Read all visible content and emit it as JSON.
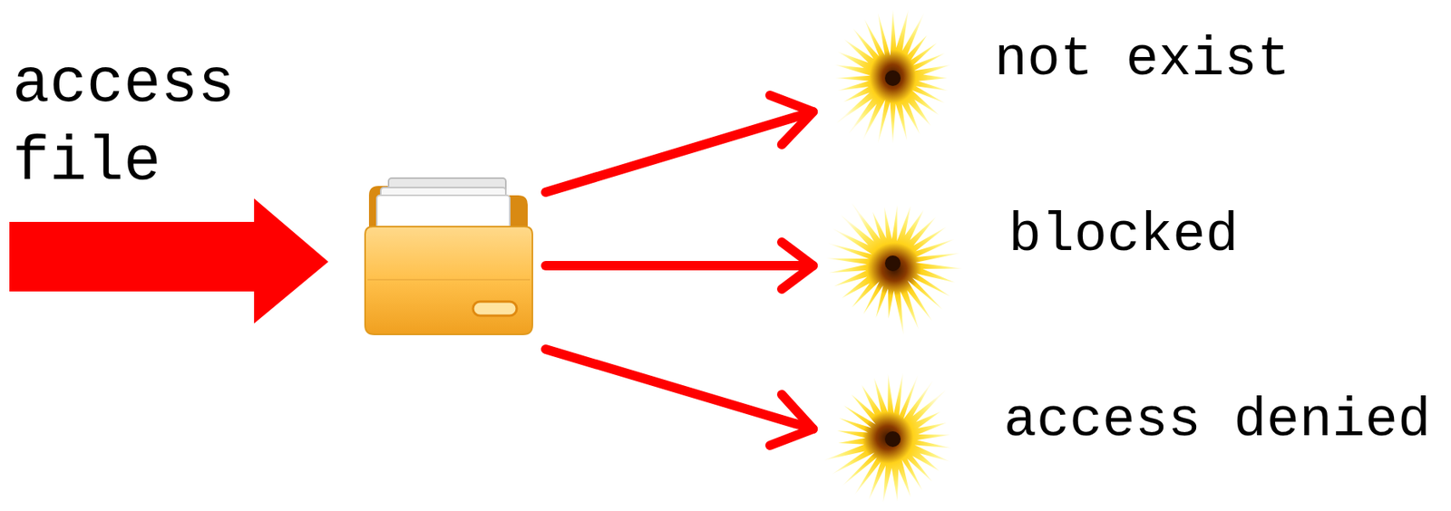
{
  "diagram": {
    "labels": [
      "access file",
      "not exist",
      "blocked",
      "access denied"
    ]
  }
}
